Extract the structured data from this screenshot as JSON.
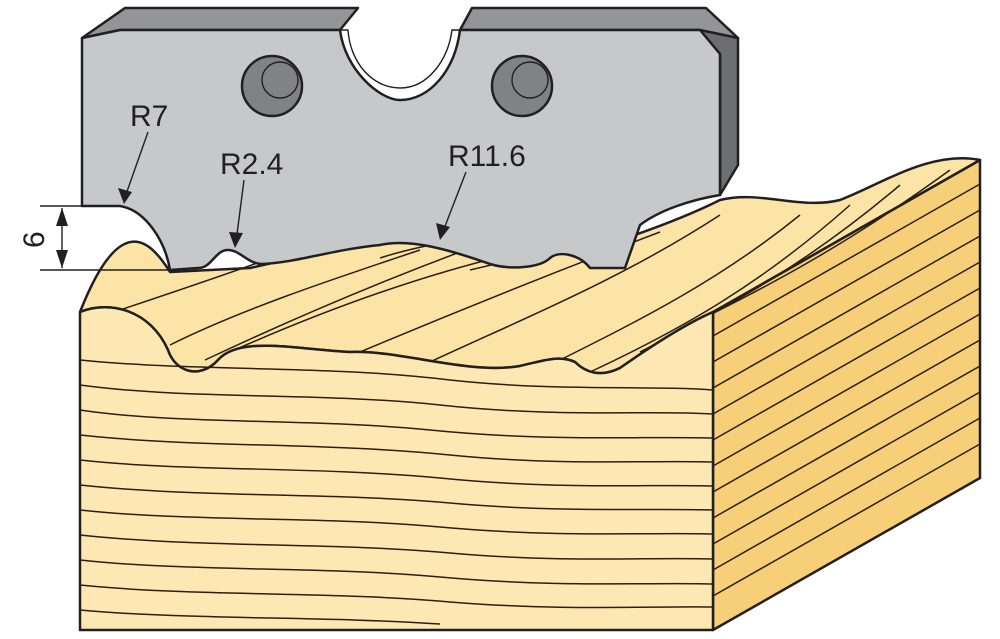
{
  "labels": {
    "r7": "R7",
    "r2_4": "R2.4",
    "r11_6": "R11.6",
    "depth": "6"
  },
  "colors": {
    "blade_face": "#c7c8ca",
    "blade_top": "#939598",
    "blade_bevel": "#6d6e71",
    "hole_shade": "#808285",
    "wood_front": "#fde8b4",
    "wood_top": "#fbe4a6",
    "wood_side": "#f6cf78",
    "outline": "#231f20"
  },
  "icons": {
    "knife": "profile-knife-blade",
    "workpiece": "wood-block"
  }
}
